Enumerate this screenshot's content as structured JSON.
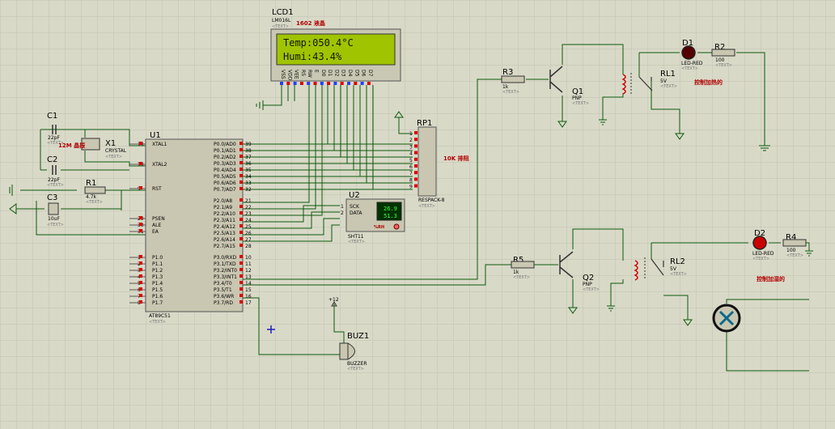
{
  "schematic": {
    "text_placeholder": "<TEXT>",
    "lcd": {
      "ref": "LCD1",
      "part": "LM016L",
      "note": "1602 液晶",
      "line1": "Temp:050.4°C",
      "line2": "Humi:43.4%",
      "pins": [
        "VSS",
        "VDD",
        "VEE",
        "RS",
        "RW",
        "E",
        "D0",
        "D1",
        "D2",
        "D3",
        "D4",
        "D5",
        "D6",
        "D7"
      ]
    },
    "mcu": {
      "ref": "U1",
      "part": "AT89C51",
      "left_pins": [
        {
          "name": "XTAL1",
          "num": "19"
        },
        {
          "name": "XTAL2",
          "num": "18"
        },
        {
          "name": "RST",
          "num": "9"
        },
        {
          "name": "PSEN",
          "num": "29"
        },
        {
          "name": "ALE",
          "num": "30"
        },
        {
          "name": "EA",
          "num": "31"
        },
        {
          "name": "P1.0",
          "num": "1"
        },
        {
          "name": "P1.1",
          "num": "2"
        },
        {
          "name": "P1.2",
          "num": "3"
        },
        {
          "name": "P1.3",
          "num": "4"
        },
        {
          "name": "P1.4",
          "num": "5"
        },
        {
          "name": "P1.5",
          "num": "6"
        },
        {
          "name": "P1.6",
          "num": "7"
        },
        {
          "name": "P1.7",
          "num": "8"
        }
      ],
      "right_pins": [
        {
          "name": "P0.0/AD0",
          "num": "39"
        },
        {
          "name": "P0.1/AD1",
          "num": "38"
        },
        {
          "name": "P0.2/AD2",
          "num": "37"
        },
        {
          "name": "P0.3/AD3",
          "num": "36"
        },
        {
          "name": "P0.4/AD4",
          "num": "35"
        },
        {
          "name": "P0.5/AD5",
          "num": "34"
        },
        {
          "name": "P0.6/AD6",
          "num": "33"
        },
        {
          "name": "P0.7/AD7",
          "num": "32"
        },
        {
          "name": "P2.0/A8",
          "num": "21"
        },
        {
          "name": "P2.1/A9",
          "num": "22"
        },
        {
          "name": "P2.2/A10",
          "num": "23"
        },
        {
          "name": "P2.3/A11",
          "num": "24"
        },
        {
          "name": "P2.4/A12",
          "num": "25"
        },
        {
          "name": "P2.5/A13",
          "num": "26"
        },
        {
          "name": "P2.6/A14",
          "num": "27"
        },
        {
          "name": "P2.7/A15",
          "num": "28"
        },
        {
          "name": "P3.0/RXD",
          "num": "10"
        },
        {
          "name": "P3.1/TXD",
          "num": "11"
        },
        {
          "name": "P3.2/INT0",
          "num": "12"
        },
        {
          "name": "P3.3/INT1",
          "num": "13"
        },
        {
          "name": "P3.4/T0",
          "num": "14"
        },
        {
          "name": "P3.5/T1",
          "num": "15"
        },
        {
          "name": "P3.6/WR",
          "num": "16"
        },
        {
          "name": "P3.7/RD",
          "num": "17"
        }
      ]
    },
    "components": {
      "c1": {
        "ref": "C1",
        "value": "22pF"
      },
      "c2": {
        "ref": "C2",
        "value": "22pF"
      },
      "c3": {
        "ref": "C3",
        "value": "10uF"
      },
      "x1": {
        "ref": "X1",
        "part": "CRYSTAL",
        "note": "12M 晶振"
      },
      "r1": {
        "ref": "R1",
        "value": "4.7k"
      },
      "rp1": {
        "ref": "RP1",
        "part": "RESPACK-8",
        "note": "10K 排阻",
        "pin_nums": [
          "1",
          "2",
          "3",
          "4",
          "5",
          "6",
          "7",
          "8",
          "9"
        ]
      },
      "u2": {
        "ref": "U2",
        "part": "SHT11",
        "pins": [
          "SCK",
          "DATA"
        ],
        "pin_nums": [
          "1",
          "2"
        ],
        "lcd_top": "26.9",
        "lcd_bottom": "51.3",
        "rh_label": "%RH"
      },
      "r3": {
        "ref": "R3",
        "value": "1k"
      },
      "q1": {
        "ref": "Q1",
        "part": "PNP"
      },
      "rl1": {
        "ref": "RL1",
        "value": "5V"
      },
      "d1": {
        "ref": "D1",
        "part": "LED-RED"
      },
      "r2": {
        "ref": "R2",
        "value": "100"
      },
      "note1": "控制加热的",
      "r5": {
        "ref": "R5",
        "value": "1k"
      },
      "q2": {
        "ref": "Q2",
        "part": "PNP"
      },
      "rl2": {
        "ref": "RL2",
        "value": "5V"
      },
      "d2": {
        "ref": "D2",
        "part": "LED-RED"
      },
      "r4": {
        "ref": "R4",
        "value": "100"
      },
      "note2": "控制加湿的",
      "buz1": {
        "ref": "BUZ1",
        "part": "BUZZER"
      },
      "vcc_label": "+12"
    }
  }
}
